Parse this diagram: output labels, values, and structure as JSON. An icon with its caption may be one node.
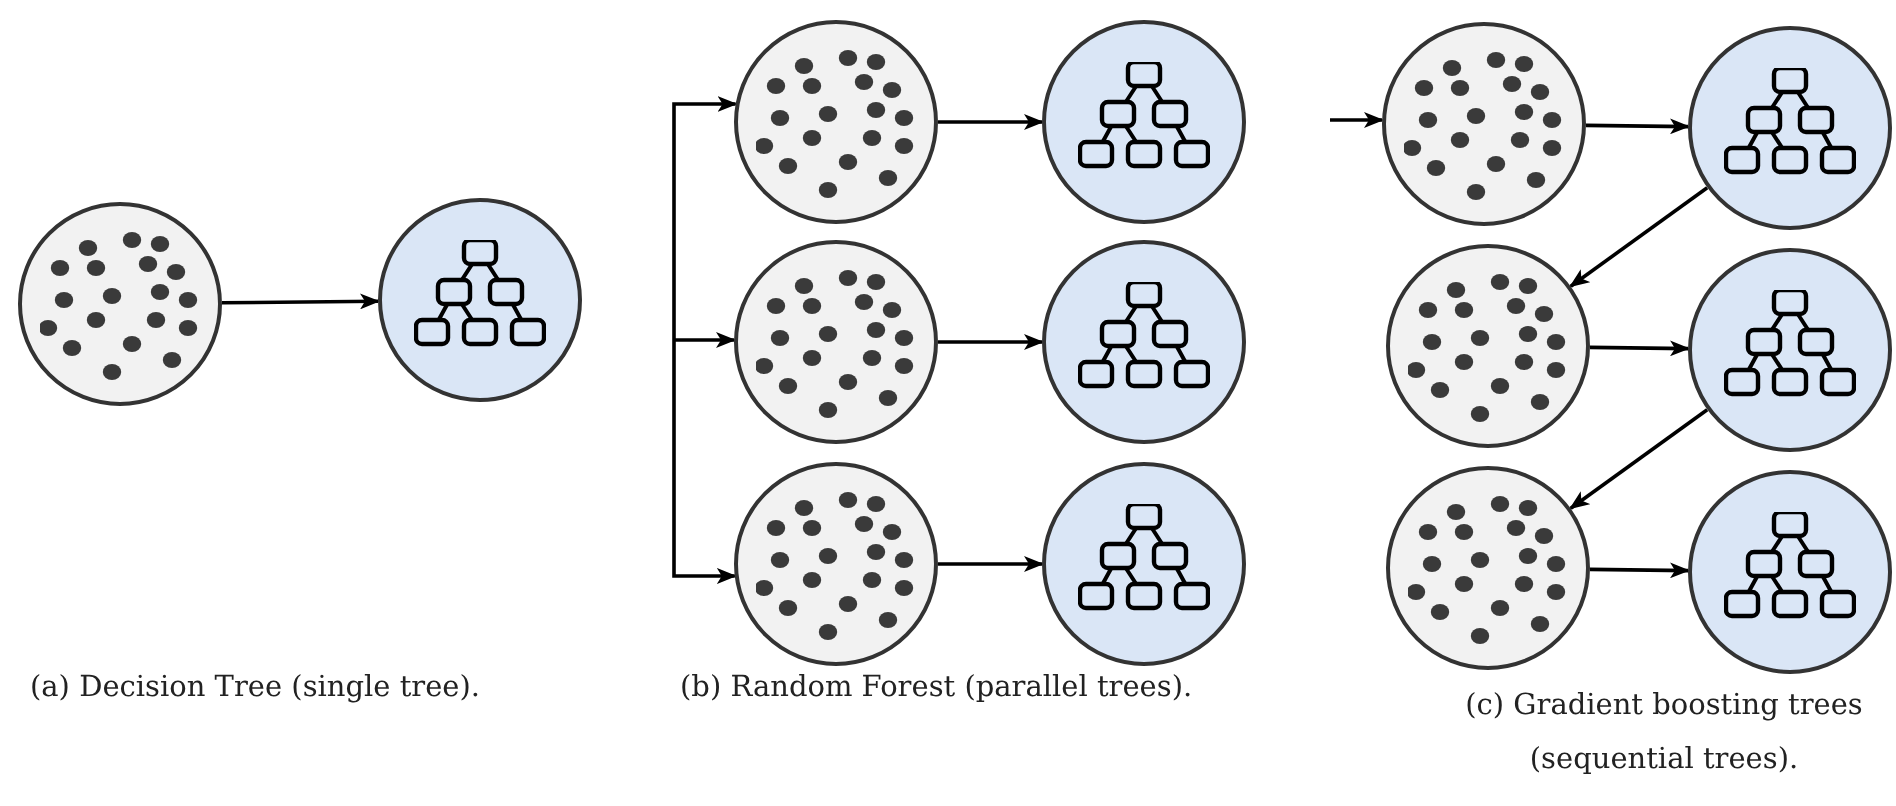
{
  "diagram": {
    "nodes": [
      {
        "text": [],
        "shape": "circle"
      },
      {
        "text": [],
        "shape": "circle"
      },
      {
        "text": [],
        "shape": "circle"
      },
      {
        "text": [],
        "shape": "circle"
      },
      {
        "text": [],
        "shape": "circle"
      },
      {
        "text": [],
        "shape": "circle"
      },
      {
        "text": [],
        "shape": "circle"
      },
      {
        "text": [],
        "shape": "circle"
      },
      {
        "text": [],
        "shape": "circle"
      },
      {
        "text": [],
        "shape": "circle"
      },
      {
        "text": [],
        "shape": "circle"
      },
      {
        "text": [],
        "shape": "circle"
      },
      {
        "text": [],
        "shape": "circle"
      },
      {
        "text": [],
        "shape": "circle"
      }
    ],
    "edges": [
      {
        "from": 0,
        "to": 1,
        "arrow": "to"
      },
      {
        "from": null,
        "to": 2,
        "arrow": "to"
      },
      {
        "from": null,
        "to": 4,
        "arrow": "to"
      },
      {
        "from": null,
        "to": 6,
        "arrow": "to"
      },
      {
        "from": 2,
        "to": 3,
        "arrow": "to"
      },
      {
        "from": 4,
        "to": 5,
        "arrow": "to"
      },
      {
        "from": 6,
        "to": 7,
        "arrow": "to"
      },
      {
        "from": null,
        "to": 8,
        "arrow": "to"
      },
      {
        "from": 8,
        "to": 9,
        "arrow": "to"
      },
      {
        "from": 9,
        "to": 10,
        "arrow": "to"
      },
      {
        "from": 10,
        "to": 11,
        "arrow": "to"
      },
      {
        "from": 11,
        "to": 12,
        "arrow": "to"
      },
      {
        "from": 12,
        "to": 13,
        "arrow": "to"
      }
    ],
    "labels": [
      "(a) Decision Tree (single tree).",
      "(b) Random Forest (parallel trees).",
      "(c) Gradient boosting trees (sequential trees)."
    ]
  }
}
